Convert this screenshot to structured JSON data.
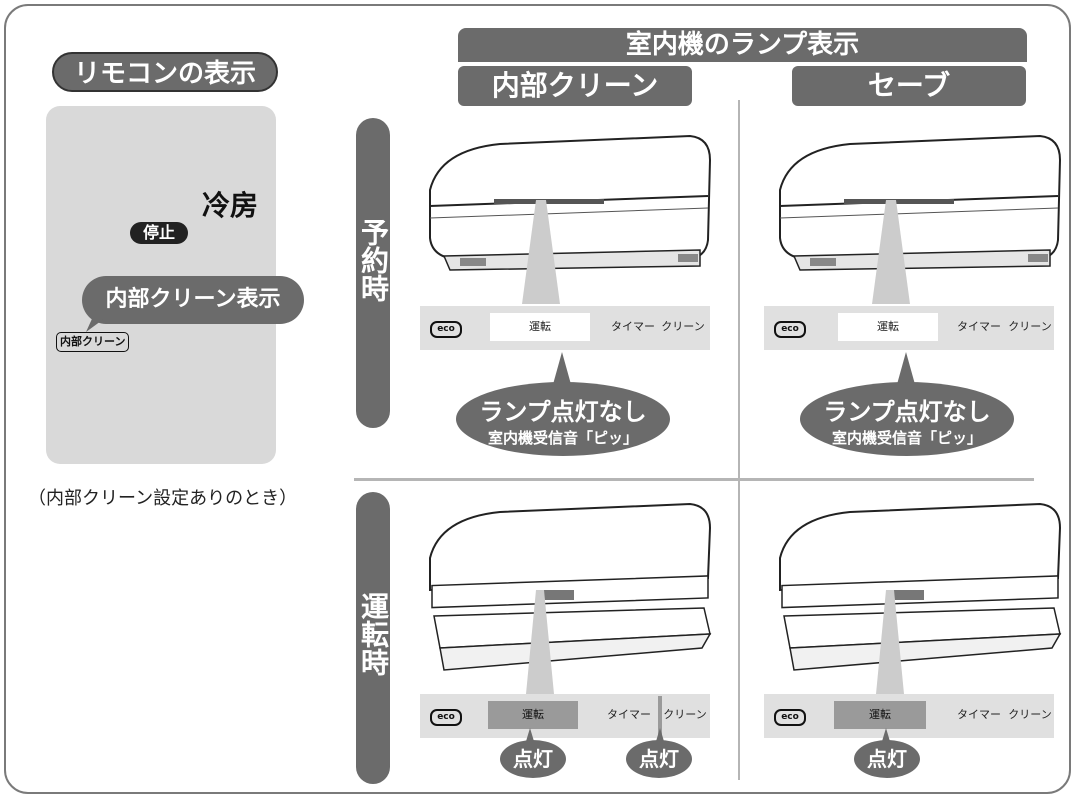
{
  "header": {
    "main": "室内機のランプ表示",
    "col1": "内部クリーン",
    "col2": "セーブ"
  },
  "remote": {
    "title": "リモコンの表示",
    "mode": "冷房",
    "stop_badge": "停止",
    "bubble": "内部クリーン表示",
    "small_label": "内部クリーン",
    "caption": "（内部クリーン設定ありのとき）"
  },
  "rows": {
    "reserved": "予約時",
    "running": "運転時"
  },
  "lamps": {
    "eco": "eco",
    "run": "運転",
    "timer": "タイマー",
    "clean": "クリーン"
  },
  "reserved_bubble": {
    "line1": "ランプ点灯なし",
    "line2": "室内機受信音「ピッ」"
  },
  "lit_label": "点灯",
  "colors": {
    "accent_gray": "#6b6b6b",
    "panel_gray": "#d9d9d9",
    "lamp_on": "#9a9a9a"
  }
}
